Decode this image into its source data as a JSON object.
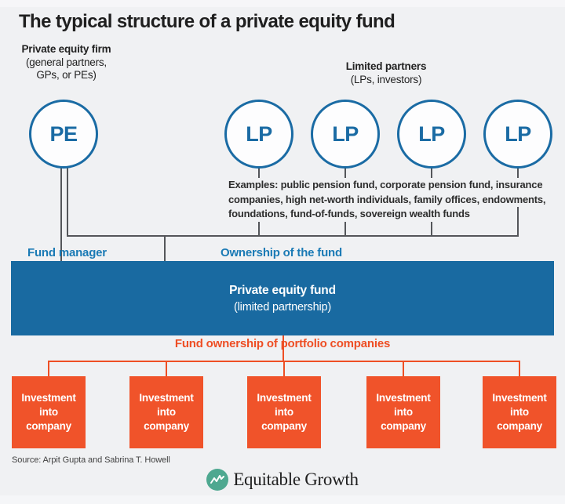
{
  "title": "The typical structure of a private equity fund",
  "pe_group_label": {
    "line1": "Private equity firm",
    "line2": "(general partners,",
    "line3": "GPs, or PEs)"
  },
  "lp_group_label": {
    "line1": "Limited partners",
    "line2": "(LPs, investors)"
  },
  "nodes": {
    "pe": "PE",
    "lp": "LP"
  },
  "examples": {
    "line1": "Examples: public pension fund, corporate pension fund, insurance",
    "line2": "companies, high net-worth individuals, family offices, endowments,",
    "line3": "foundations, fund-of-funds, sovereign wealth funds"
  },
  "labels": {
    "fund_manager": "Fund manager",
    "ownership": "Ownership of the fund",
    "fund_ownership": "Fund ownership of portfolio companies"
  },
  "fund_box": {
    "title": "Private equity fund",
    "subtitle": "(limited partnership)"
  },
  "investment_box": {
    "line1": "Investment",
    "line2": "into",
    "line3": "company"
  },
  "source": "Source: Arpit Gupta and Sabrina T. Howell",
  "logo": {
    "name": "Equitable Growth"
  },
  "colors": {
    "blue_node": "#1a6ba4",
    "blue_box": "#196aa1",
    "blue_label": "#1a7ab5",
    "orange": "#f0532a",
    "orange_label": "#ee4e24",
    "line_gray": "#54565a",
    "teal_logo": "#4ea890",
    "background": "#f0f1f3"
  }
}
